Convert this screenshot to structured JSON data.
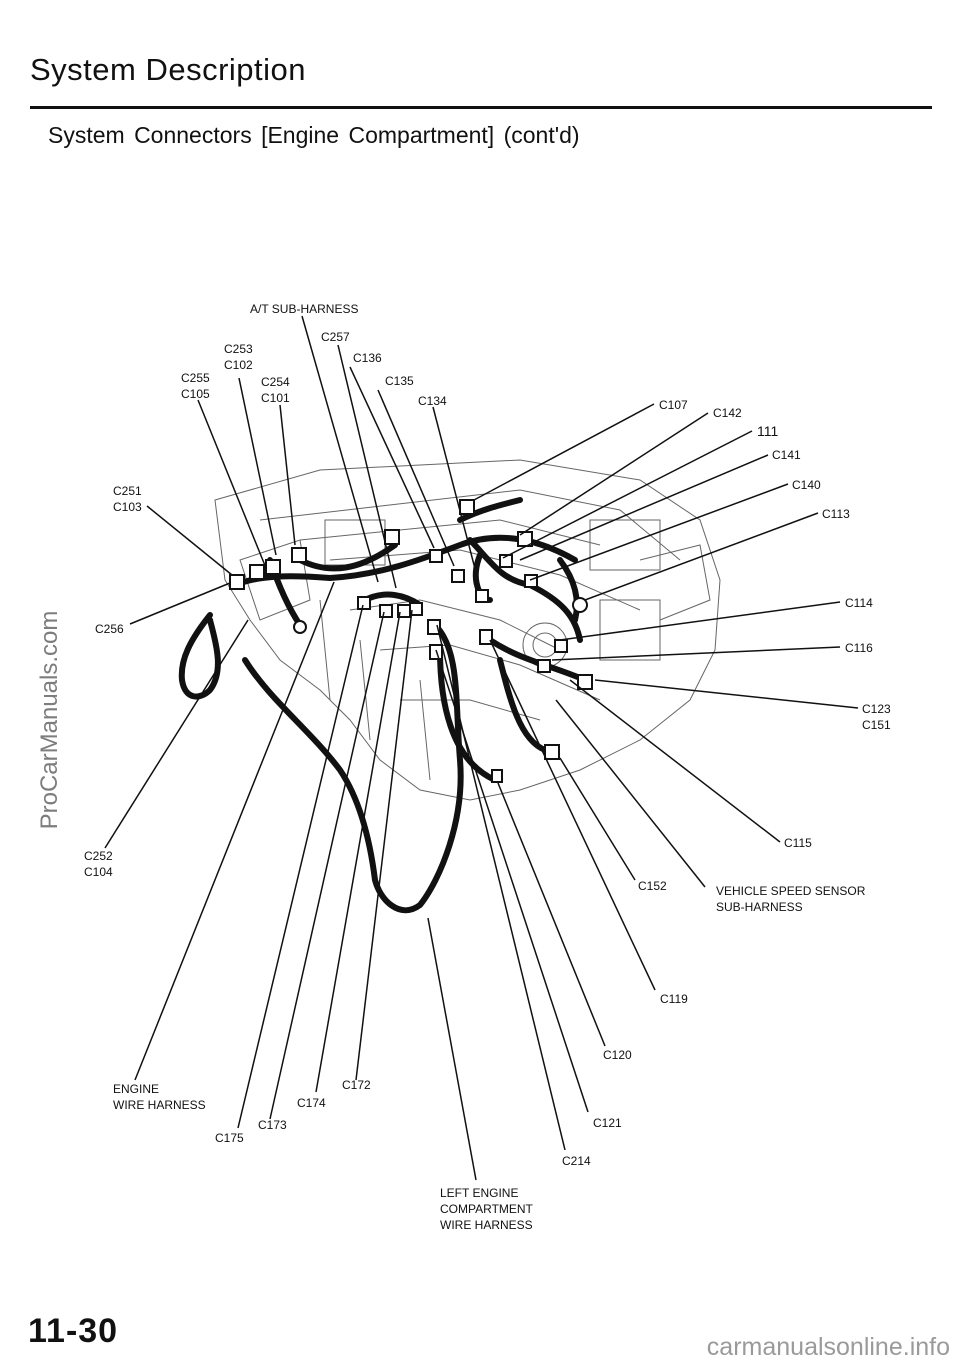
{
  "page": {
    "title": "System Description",
    "subtitle": "System Connectors [Engine Compartment] (cont'd)",
    "page_number": "11-30",
    "watermark_side": "ProCarManuals.com",
    "watermark_bottom": "carmanualsonline.info"
  },
  "labels": {
    "at_sub_harness": "A/T SUB-HARNESS",
    "c257": "C257",
    "c253": "C253",
    "c102": "C102",
    "c136": "C136",
    "c255": "C255",
    "c105": "C105",
    "c254": "C254",
    "c101": "C101",
    "c135": "C135",
    "c134": "C134",
    "c107": "C107",
    "c142": "C142",
    "n111": "111",
    "c141": "C141",
    "c140": "C140",
    "c251": "C251",
    "c103": "C103",
    "c113": "C113",
    "c114": "C114",
    "c256": "C256",
    "c116": "C116",
    "c123": "C123",
    "c151": "C151",
    "c115": "C115",
    "c252": "C252",
    "c104": "C104",
    "c152": "C152",
    "vss_1": "VEHICLE  SPEED  SENSOR",
    "vss_2": "SUB-HARNESS",
    "c119": "C119",
    "c120": "C120",
    "engine_1": "ENGINE",
    "engine_2": "WIRE HARNESS",
    "c172": "C172",
    "c174": "C174",
    "c173": "C173",
    "c121": "C121",
    "c175": "C175",
    "c214": "C214",
    "left_1": "LEFT ENGINE",
    "left_2": "COMPARTMENT",
    "left_3": "WIRE HARNESS"
  }
}
